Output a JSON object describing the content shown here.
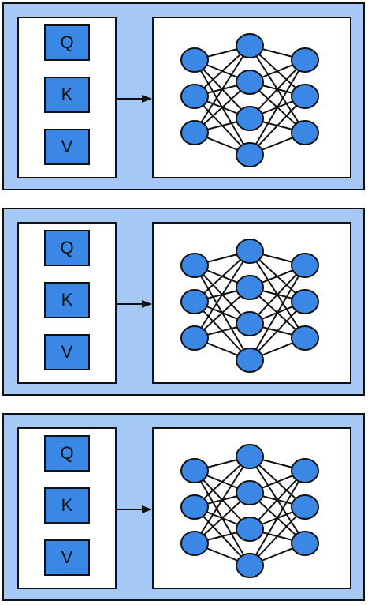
{
  "blocks": [
    {
      "q_label": "Q",
      "k_label": "K",
      "v_label": "V"
    },
    {
      "q_label": "Q",
      "k_label": "K",
      "v_label": "V"
    },
    {
      "q_label": "Q",
      "k_label": "K",
      "v_label": "V"
    }
  ],
  "colors": {
    "block_fill": "#a5c8f5",
    "box_fill": "#3b87e6",
    "node_fill": "#3b87e6",
    "stroke": "#111111",
    "panel_fill": "#ffffff"
  }
}
